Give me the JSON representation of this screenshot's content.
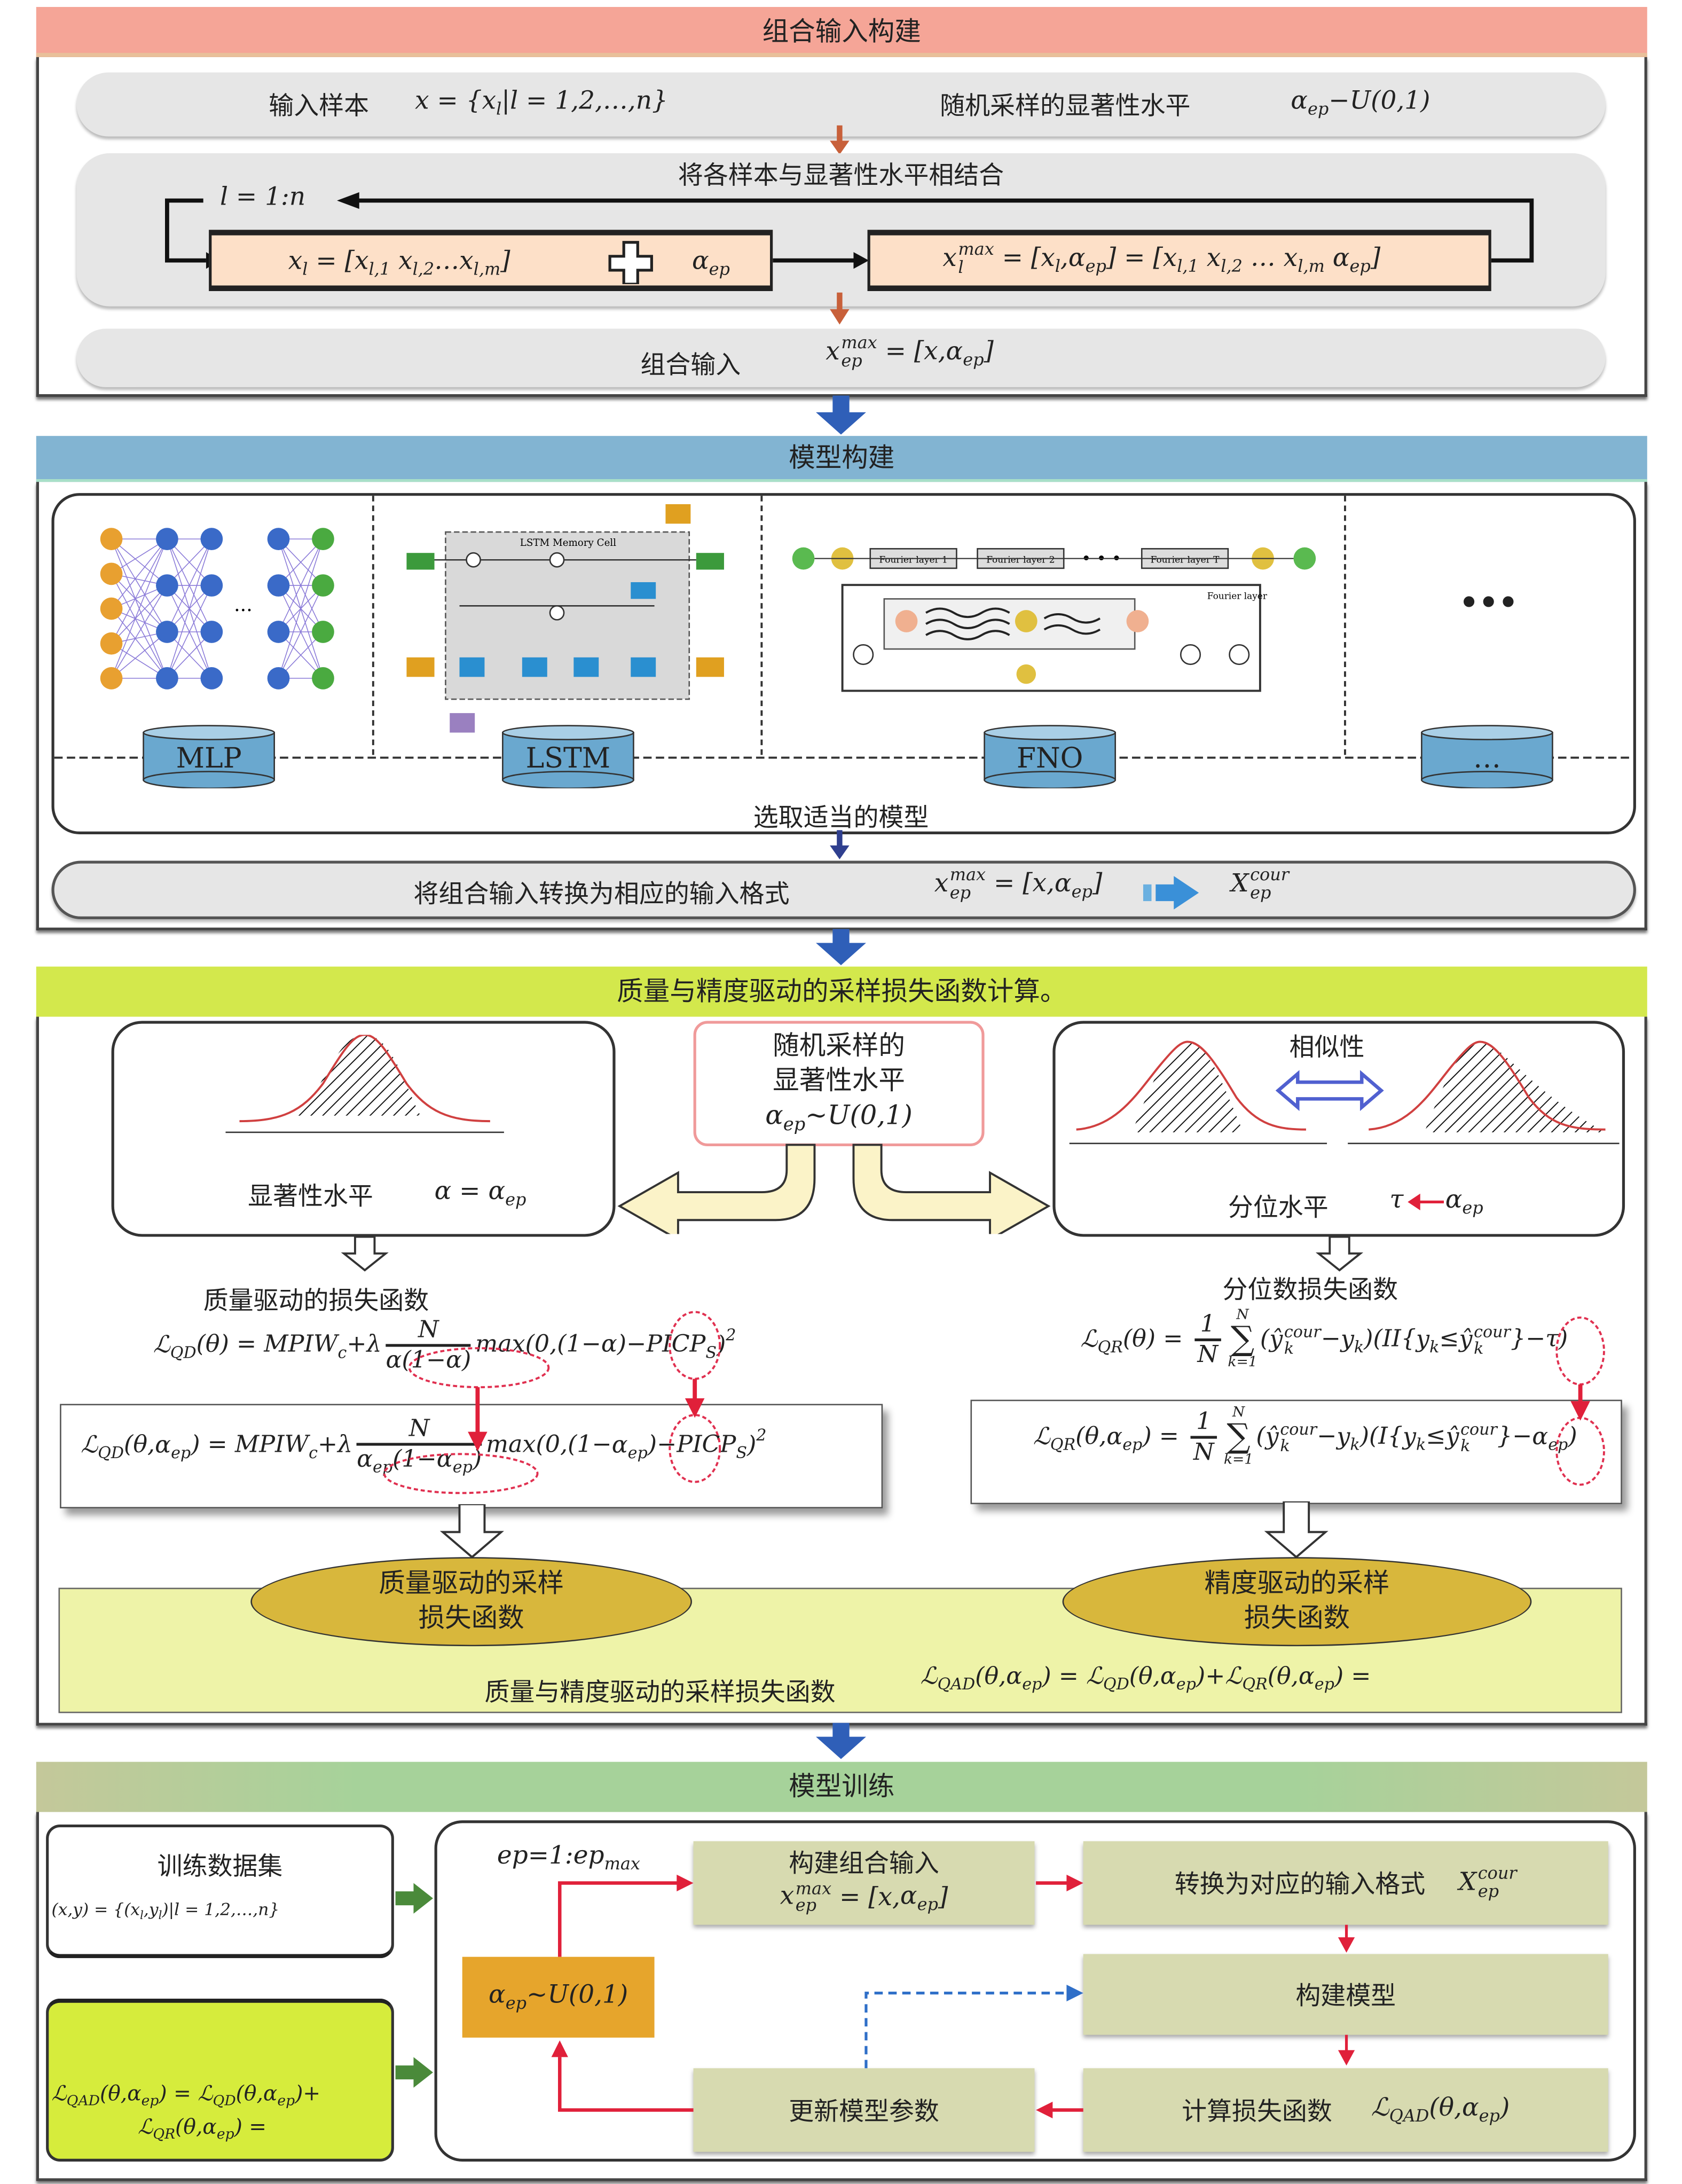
{
  "section1": {
    "title": "组合输入构建",
    "input_label": "输入样本",
    "input_formula": [
      "x = {",
      {
        "b": "x",
        "sub": "l"
      },
      "|l = 1,2,…,n}"
    ],
    "random_label": "随机采样的显著性水平",
    "random_formula": [
      {
        "b": "α",
        "sub": "ep"
      },
      "−U(0,1)"
    ],
    "combine_title": "将各样本与显著性水平相结合",
    "loop_formula": [
      "l = 1:n"
    ],
    "box_a_formula": [
      {
        "b": "x",
        "sub": "l"
      },
      " = [",
      {
        "b": "x",
        "sub": "l,1"
      },
      " ",
      {
        "b": "x",
        "sub": "l,2"
      },
      "…",
      {
        "b": "x",
        "sub": "l,m"
      },
      "]"
    ],
    "box_a_alpha": [
      {
        "b": "α",
        "sub": "ep"
      }
    ],
    "plus_icon": "plus",
    "box_b_formula": [
      {
        "b": "x",
        "sub": "l",
        "sup": "max"
      },
      " = [",
      {
        "b": "x",
        "sub": "l"
      },
      ",",
      {
        "b": "α",
        "sub": "ep"
      },
      "] = [",
      {
        "b": "x",
        "sub": "l,1"
      },
      " ",
      {
        "b": "x",
        "sub": "l,2"
      },
      " … ",
      {
        "b": "x",
        "sub": "l,m"
      },
      " ",
      {
        "b": "α",
        "sub": "ep"
      },
      "]"
    ],
    "combined_label": "组合输入",
    "combined_formula": [
      {
        "b": "x",
        "sub": "ep",
        "sup": "max"
      },
      " = [x,",
      {
        "b": "α",
        "sub": "ep"
      },
      "]"
    ]
  },
  "section2": {
    "title": "模型构建",
    "models": [
      "MLP",
      "LSTM",
      "FNO",
      "…"
    ],
    "more_dots": "•••",
    "lstm_cell_label": "LSTM Memory Cell",
    "fno_layers": [
      "Fourier layer 1",
      "Fourier layer 2",
      "Fourier layer T"
    ],
    "fno_detail_label": "Fourier layer",
    "select_label": "选取适当的模型",
    "convert_label": "将组合输入转换为相应的输入格式",
    "convert_formula": [
      {
        "b": "x",
        "sub": "ep",
        "sup": "max"
      },
      " = [x,",
      {
        "b": "α",
        "sub": "ep"
      },
      "]"
    ],
    "convert_target": [
      {
        "b": "X",
        "sub": "ep",
        "sup": "cour"
      }
    ]
  },
  "section3": {
    "title": "质量与精度驱动的采样损失函数计算。",
    "left_label": "显著性水平",
    "left_formula": [
      "α = ",
      {
        "b": "α",
        "sub": "ep"
      }
    ],
    "center_lines": [
      "随机采样的",
      "显著性水平"
    ],
    "center_formula": [
      {
        "b": "α",
        "sub": "ep"
      },
      "~U(0,1)"
    ],
    "similarity_label": "相似性",
    "right_label": "分位水平",
    "right_formula_tau": [
      "τ "
    ],
    "right_formula_alpha": [
      {
        "b": "α",
        "sub": "ep"
      }
    ],
    "qd_title": "质量驱动的损失函数",
    "qr_title": "分位数损失函数",
    "qd_formula": [
      {
        "b": "ℒ",
        "sub": "QD"
      },
      "(θ) = MPIW",
      {
        "b": "",
        "sub": "c"
      },
      "+λ",
      {
        "frac": [
          [
            "N"
          ],
          [
            "α(1−α)"
          ]
        ]
      },
      "max(0,(1−α)−PICP",
      {
        "b": "",
        "sub": "S"
      },
      {
        "b": ")",
        "sup": "2"
      }
    ],
    "qd_ep_formula": [
      {
        "b": "ℒ",
        "sub": "QD"
      },
      "(θ,",
      {
        "b": "α",
        "sub": "ep"
      },
      ") = MPIW",
      {
        "b": "",
        "sub": "c"
      },
      "+λ",
      {
        "frac": [
          [
            "N"
          ],
          [
            {
              "b": "α",
              "sub": "ep"
            },
            "(1−",
            {
              "b": "α",
              "sub": "ep"
            },
            ")"
          ]
        ]
      },
      "max(0,(1−",
      {
        "b": "α",
        "sub": "ep"
      },
      ")−PICP",
      {
        "b": "",
        "sub": "S"
      },
      {
        "b": ")",
        "sup": "2"
      }
    ],
    "qr_formula": [
      {
        "b": "ℒ",
        "sub": "QR"
      },
      "(θ) = ",
      {
        "frac": [
          [
            "1"
          ],
          [
            "N"
          ]
        ]
      },
      {
        "sum": [
          "N",
          "k=1"
        ]
      },
      "(",
      {
        "b": "ŷ",
        "sub": "k",
        "sup": "cour"
      },
      "−",
      {
        "b": "y",
        "sub": "k"
      },
      ")(II{",
      {
        "b": "y",
        "sub": "k"
      },
      "≤",
      {
        "b": "ŷ",
        "sub": "k",
        "sup": "cour"
      },
      "}−τ)"
    ],
    "qr_ep_formula": [
      {
        "b": "ℒ",
        "sub": "QR"
      },
      "(θ,",
      {
        "b": "α",
        "sub": "ep"
      },
      ") = ",
      {
        "frac": [
          [
            "1"
          ],
          [
            "N"
          ]
        ]
      },
      {
        "sum": [
          "N",
          "k=1"
        ]
      },
      "(",
      {
        "b": "ŷ",
        "sub": "k",
        "sup": "cour"
      },
      "−",
      {
        "b": "y",
        "sub": "k"
      },
      ")(I{",
      {
        "b": "y",
        "sub": "k"
      },
      "≤",
      {
        "b": "ŷ",
        "sub": "k",
        "sup": "cour"
      },
      "}−",
      {
        "b": "α",
        "sub": "ep"
      },
      ")"
    ],
    "quality_ellipse": [
      "质量驱动的采样",
      "损失函数"
    ],
    "precision_ellipse": [
      "精度驱动的采样",
      "损失函数"
    ],
    "combined_label": "质量与精度驱动的采样损失函数",
    "combined_formula": [
      {
        "b": "ℒ",
        "sub": "QAD"
      },
      "(θ,",
      {
        "b": "α",
        "sub": "ep"
      },
      ") = ",
      {
        "b": "ℒ",
        "sub": "QD"
      },
      "(θ,",
      {
        "b": "α",
        "sub": "ep"
      },
      ")+",
      {
        "b": "ℒ",
        "sub": "QR"
      },
      "(θ,",
      {
        "b": "α",
        "sub": "ep"
      },
      ") ="
    ]
  },
  "section4": {
    "title": "模型训练",
    "dataset_label": "训练数据集",
    "dataset_formula": [
      "(x,y) = {(",
      {
        "b": "x",
        "sub": "l"
      },
      ",",
      {
        "b": "y",
        "sub": "l"
      },
      ")|l = 1,2,…,n}"
    ],
    "loss_formula_line1": [
      {
        "b": "ℒ",
        "sub": "QAD"
      },
      "(θ,",
      {
        "b": "α",
        "sub": "ep"
      },
      ") = ",
      {
        "b": "ℒ",
        "sub": "QD"
      },
      "(θ,",
      {
        "b": "α",
        "sub": "ep"
      },
      ")+"
    ],
    "loss_formula_line2": [
      {
        "b": "ℒ",
        "sub": "QR"
      },
      "(θ,",
      {
        "b": "α",
        "sub": "ep"
      },
      ") ="
    ],
    "loop_formula": [
      "ep=1:ep",
      {
        "b": "",
        "sub": "max"
      }
    ],
    "sample_formula": [
      {
        "b": "α",
        "sub": "ep"
      },
      "~U(0,1)"
    ],
    "build_input_label": "构建组合输入",
    "build_input_formula": [
      {
        "b": "x",
        "sub": "ep",
        "sup": "max"
      },
      " = [x,",
      {
        "b": "α",
        "sub": "ep"
      },
      "]"
    ],
    "convert_label": "转换为对应的输入格式",
    "convert_formula": [
      {
        "b": "X",
        "sub": "ep",
        "sup": "cour"
      }
    ],
    "build_model_label": "构建模型",
    "loss_label": "计算损失函数",
    "loss_formula": [
      {
        "b": "ℒ",
        "sub": "QAD"
      },
      "(θ,",
      {
        "b": "α",
        "sub": "ep"
      },
      ")"
    ],
    "update_label": "更新模型参数"
  },
  "colors": {
    "header1": "#f5a597",
    "header2": "#82b4d2",
    "header3": "#d3e84c",
    "header4": "#a6d29a",
    "flow_arrow": "#2f5fb8",
    "red_arrow": "#e0203a",
    "ellipse": "#d8b73c",
    "green_box": "#d6ec3c",
    "orange_box": "#e6a52c",
    "step_box": "#d7dab0"
  }
}
